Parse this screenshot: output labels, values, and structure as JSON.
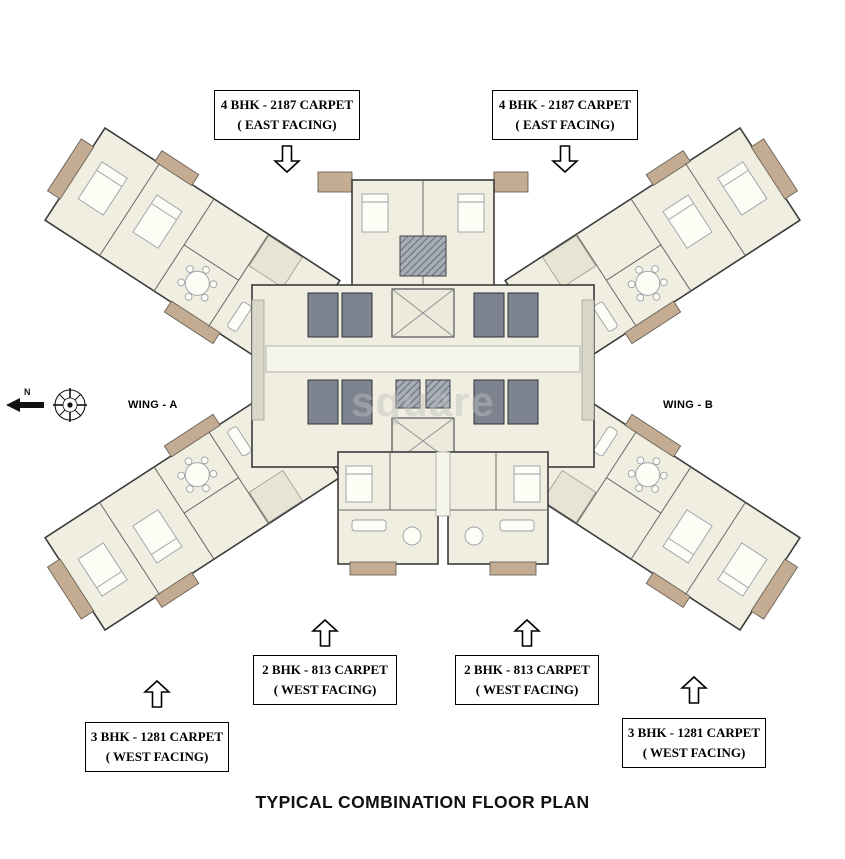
{
  "title": "TYPICAL COMBINATION FLOOR PLAN",
  "watermark": "square",
  "wing_a": "WING - A",
  "wing_b": "WING - B",
  "compass": {
    "north_letter": "N"
  },
  "unit_labels": {
    "top_left": {
      "line1": "4 BHK - 2187 CARPET",
      "line2": "( EAST FACING)"
    },
    "top_right": {
      "line1": "4 BHK - 2187 CARPET",
      "line2": "( EAST FACING)"
    },
    "mid_bottom_left": {
      "line1": "2 BHK - 813 CARPET",
      "line2": "( WEST FACING)"
    },
    "mid_bottom_right": {
      "line1": "2 BHK - 813 CARPET",
      "line2": "( WEST FACING)"
    },
    "outer_bottom_left": {
      "line1": "3 BHK - 1281 CARPET",
      "line2": "( WEST FACING)"
    },
    "outer_bottom_right": {
      "line1": "3 BHK - 1281 CARPET",
      "line2": "( WEST FACING)"
    }
  },
  "colors": {
    "floor": "#efeee0",
    "wall": "#3b3b3b",
    "core_block": "#7d8490",
    "balcony": "#c3ac92",
    "corridor": "#f6f5ec"
  }
}
